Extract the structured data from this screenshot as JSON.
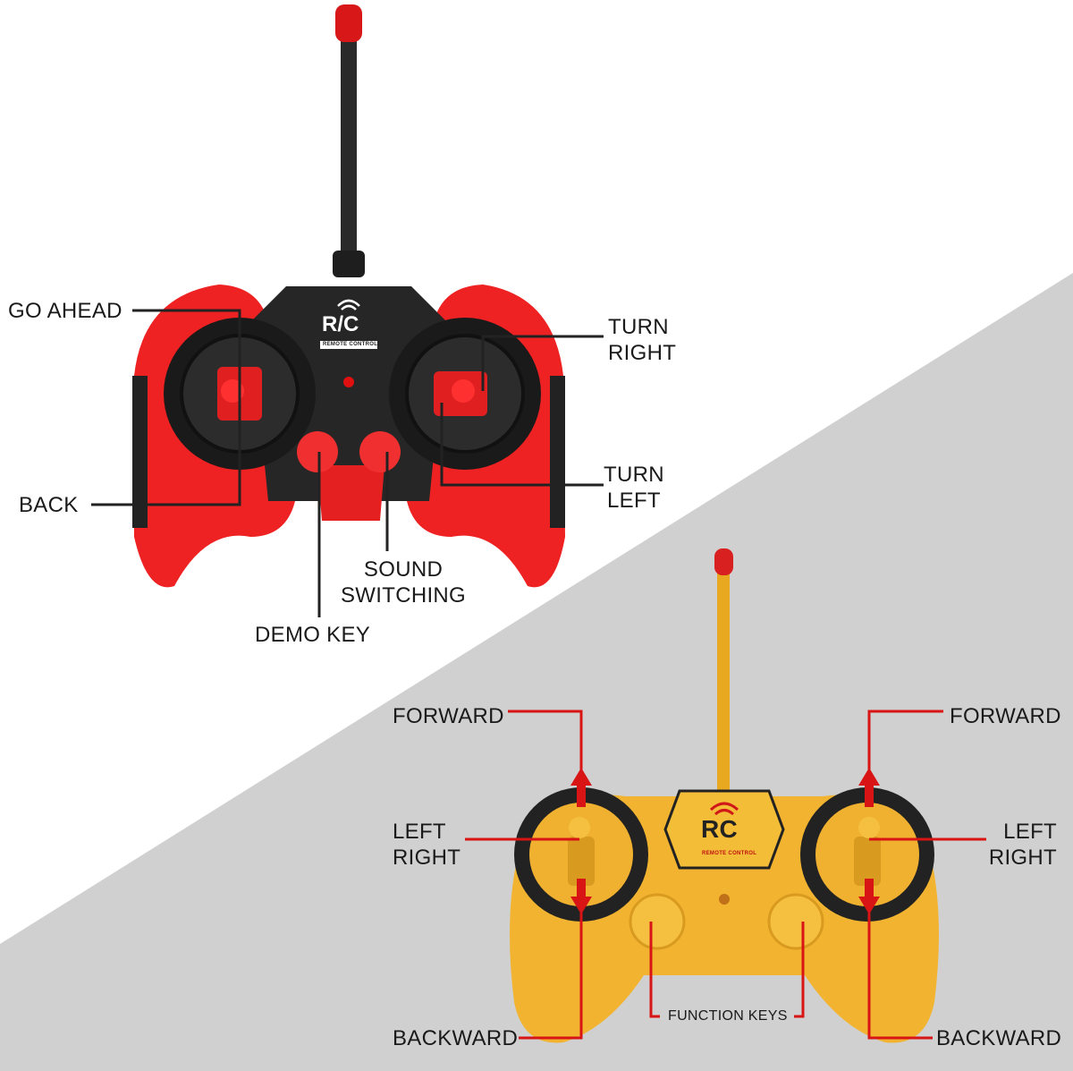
{
  "colors": {
    "background": "#ffffff",
    "panel": "#d0d0d0",
    "accent_red": "#e0181b",
    "body_red": "#f02525",
    "body_yellow": "#f2b430",
    "leader_black": "#222222",
    "leader_red": "#d81414"
  },
  "red_remote": {
    "logo": "R/C",
    "logo_sub": "REMOTE CONTROL",
    "labels": {
      "go_ahead": "GO AHEAD",
      "back": "BACK",
      "turn_right_1": "TURN",
      "turn_right_2": "RIGHT",
      "turn_left_1": "TURN",
      "turn_left_2": "LEFT",
      "sound_1": "SOUND",
      "sound_2": "SWITCHING",
      "demo_key": "DEMO KEY"
    }
  },
  "yellow_remote": {
    "logo": "RC",
    "logo_sub": "REMOTE CONTROL",
    "labels": {
      "forward_left": "FORWARD",
      "forward_right": "FORWARD",
      "left_right_l1": "LEFT",
      "left_right_l2": "RIGHT",
      "left_right_r1": "LEFT",
      "left_right_r2": "RIGHT",
      "backward_left": "BACKWARD",
      "backward_right": "BACKWARD",
      "function_keys": "FUNCTION KEYS"
    }
  }
}
